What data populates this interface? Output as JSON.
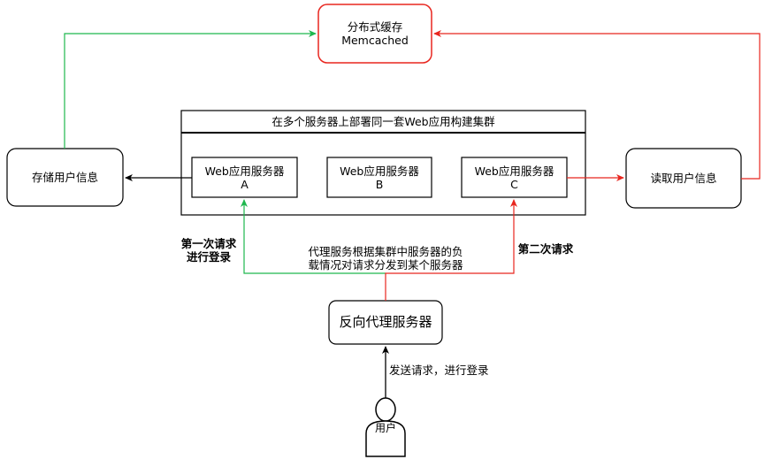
{
  "nodes": {
    "cache": {
      "line1": "分布式缓存",
      "line2": "Memcached"
    },
    "store_user": {
      "label": "存储用户信息"
    },
    "read_user": {
      "label": "读取用户信息"
    },
    "cluster": {
      "title": "在多个服务器上部署同一套Web应用构建集群"
    },
    "server_a": {
      "line1": "Web应用服务器",
      "line2": "A"
    },
    "server_b": {
      "line1": "Web应用服务器",
      "line2": "B"
    },
    "server_c": {
      "line1": "Web应用服务器",
      "line2": "C"
    },
    "proxy": {
      "label": "反向代理服务器"
    },
    "user": {
      "label": "用户"
    }
  },
  "edge_labels": {
    "first_request": {
      "line1": "第一次请求",
      "line2": "进行登录"
    },
    "second_request": "第二次请求",
    "proxy_note": {
      "line1": "代理服务根据集群中服务器的负",
      "line2": "载情况对请求分发到某个服务器"
    },
    "send_request": "发送请求，进行登录"
  },
  "colors": {
    "green": "#1fb74e",
    "red": "#e8261f",
    "black": "#000000",
    "cache_border": "#e8261f"
  }
}
